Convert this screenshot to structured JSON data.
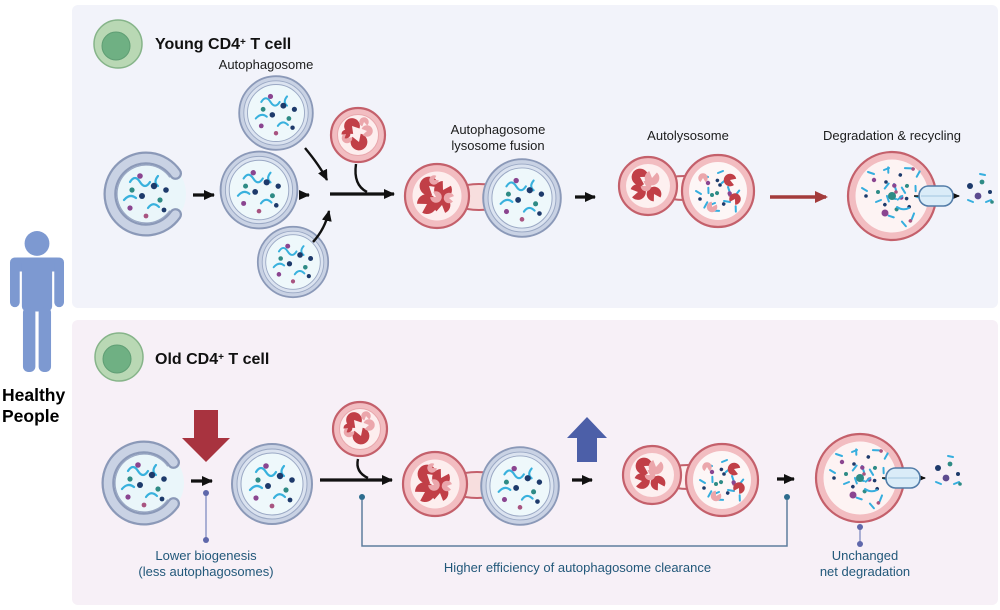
{
  "figure_type": "autophagy pathway diagram",
  "person": {
    "label_line1": "Healthy",
    "label_line2": "People"
  },
  "panels": {
    "young": {
      "title_pre": "Young CD4",
      "title_sup": "+",
      "title_post": " T cell",
      "background": "#f2f3fa",
      "labels": {
        "autophagosome": "Autophagosome",
        "fusion_line1": "Autophagosome",
        "fusion_line2": "lysosome fusion",
        "autolysosome": "Autolysosome",
        "degradation": "Degradation & recycling"
      }
    },
    "old": {
      "title_pre": "Old CD4",
      "title_sup": "+",
      "title_post": " T cell",
      "background": "#f7f0f7",
      "annotations": {
        "lower_biogenesis_line1": "Lower biogenesis",
        "lower_biogenesis_line2": "(less autophagosomes)",
        "higher_efficiency": "Higher efficiency of autophagosome clearance",
        "unchanged_line1": "Unchanged",
        "unchanged_line2": "net degradation"
      }
    }
  },
  "icons": {
    "person": "human-figure-icon",
    "cell": "t-cell-icon",
    "phagophore": "phagophore-icon",
    "autophagosome": "autophagosome-icon",
    "lysosome": "lysosome-icon",
    "fusion": "autophagosome-lysosome-fusion-icon",
    "autolysosome": "autolysosome-icon",
    "degradation_vesicle": "degradation-vesicle-icon",
    "transporter": "membrane-transporter-icon",
    "decrease": "down-arrow-icon",
    "increase": "up-arrow-icon"
  },
  "colors": {
    "young_panel_bg": "#f2f3fa",
    "old_panel_bg": "#f7f0f7",
    "person_blue": "#7d99d1",
    "cell_green_outer": "#b9d8b4",
    "cell_green_inner": "#6fb083",
    "membrane_blue": "#8b99b8",
    "membrane_fill": "#c9d2e4",
    "lysosome_ring": "#f2bdc1",
    "lysosome_stroke": "#c4606b",
    "enzyme_dark_red": "#c13f47",
    "enzyme_pink": "#eba6ab",
    "degradation_arrow_red": "#a33b3b",
    "decrease_arrow_red": "#a8333f",
    "increase_arrow_blue": "#4c5fa8",
    "annotation_teal": "#22587a",
    "callout_purple": "#5f68ab",
    "cargo_cyan": "#38b1dd"
  }
}
